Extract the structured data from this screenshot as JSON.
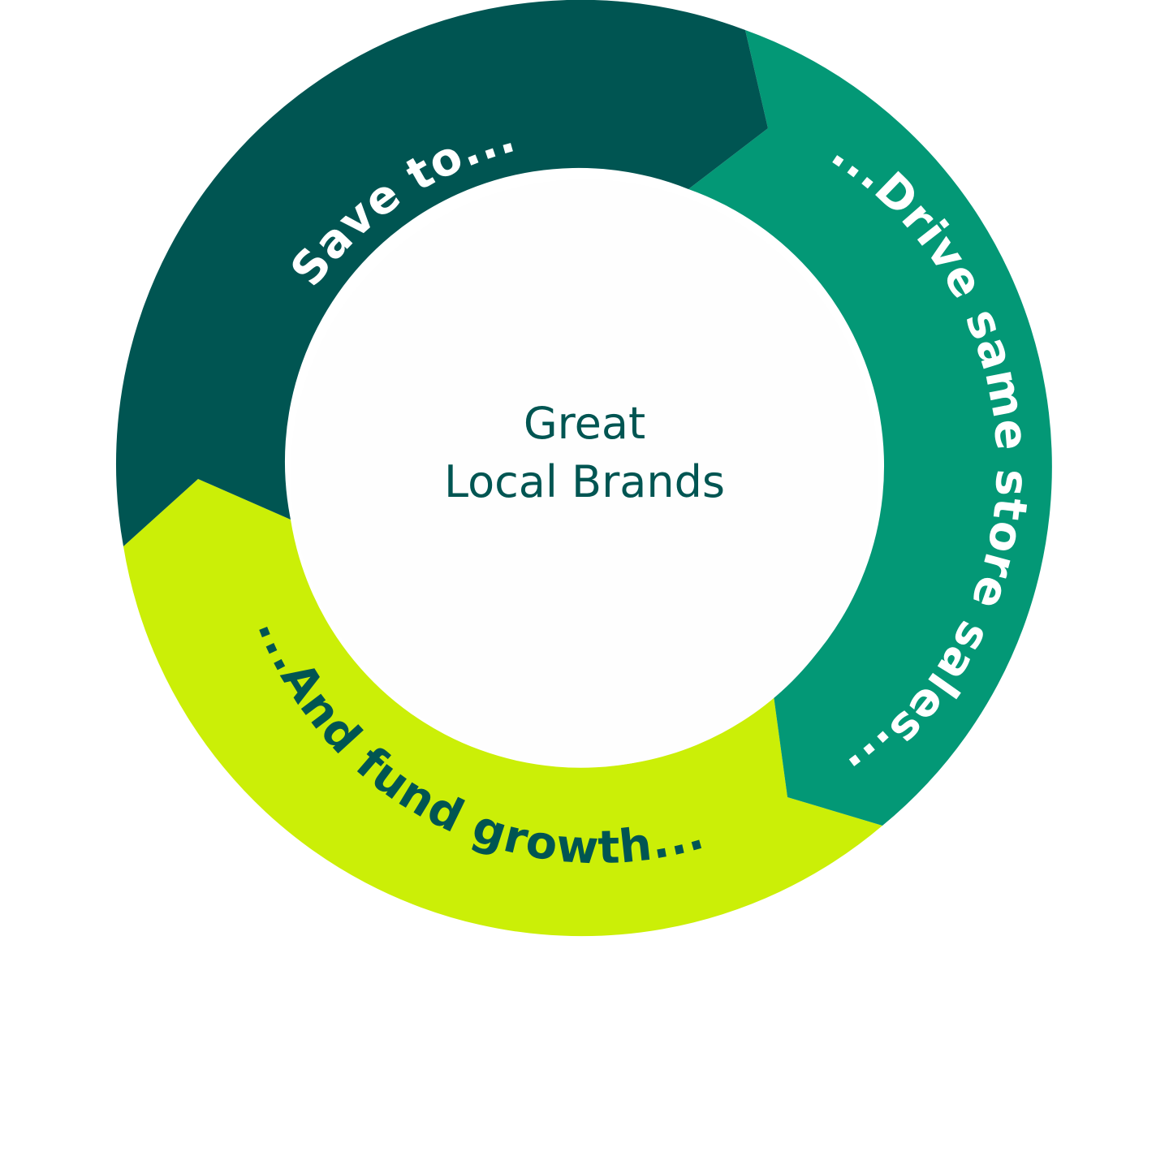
{
  "center": {
    "line1": "Great",
    "line2": "Local Brands"
  },
  "segments": [
    {
      "id": "save",
      "label": "Save to...",
      "color": "#005552",
      "text_color": "#ffffff"
    },
    {
      "id": "drive",
      "label": "...Drive same store sales...",
      "color": "#039876",
      "text_color": "#ffffff"
    },
    {
      "id": "fund",
      "label": "...And fund growth...",
      "color": "#cbef07",
      "text_color": "#005552"
    }
  ],
  "colors": {
    "background": "#ffffff",
    "center_fill": "#fefefe",
    "center_text": "#005552"
  }
}
